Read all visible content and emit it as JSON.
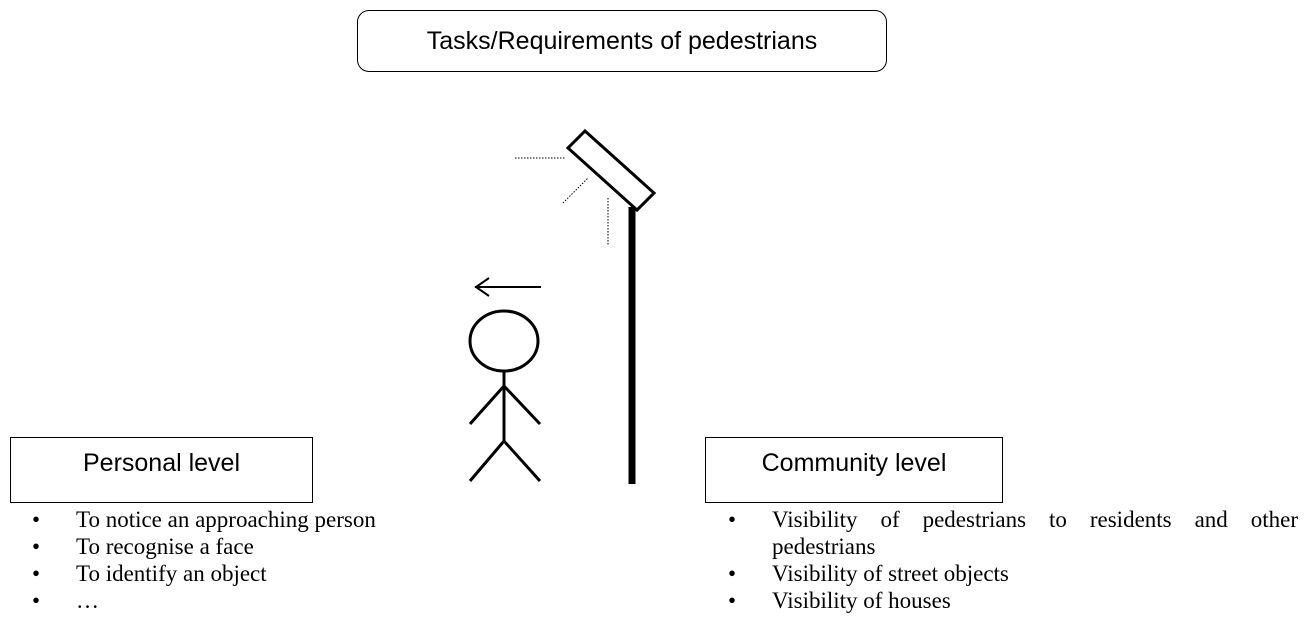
{
  "title": "Tasks/Requirements of pedestrians",
  "personal": {
    "heading": "Personal level",
    "items": [
      "To notice an approaching person",
      "To recognise a face",
      "To identify an object",
      "…"
    ]
  },
  "community": {
    "heading": "Community level",
    "items": [
      "Visibility of pedestrians to residents and other pedestrians",
      "Visibility of street objects",
      "Visibility of houses"
    ]
  }
}
